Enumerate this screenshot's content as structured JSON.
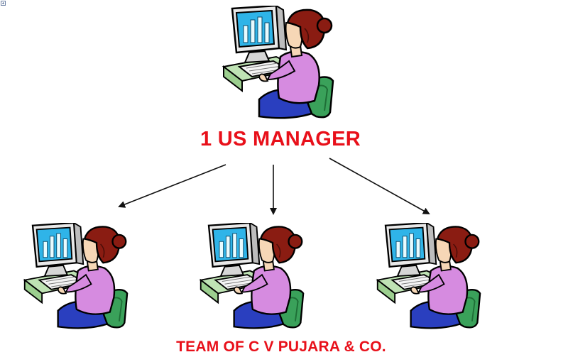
{
  "diagram": {
    "manager_label": "1 US MANAGER",
    "team_label": "TEAM OF C V PUJARA & CO.",
    "nodes": [
      {
        "id": "manager",
        "icon": "woman-at-computer-icon"
      },
      {
        "id": "member-1",
        "icon": "woman-at-computer-icon"
      },
      {
        "id": "member-2",
        "icon": "woman-at-computer-icon"
      },
      {
        "id": "member-3",
        "icon": "woman-at-computer-icon"
      }
    ],
    "edges": [
      {
        "from": "manager",
        "to": "member-1"
      },
      {
        "from": "manager",
        "to": "member-2"
      },
      {
        "from": "manager",
        "to": "member-3"
      }
    ]
  },
  "colors": {
    "label": "#e8101a",
    "arrow": "#111111"
  }
}
